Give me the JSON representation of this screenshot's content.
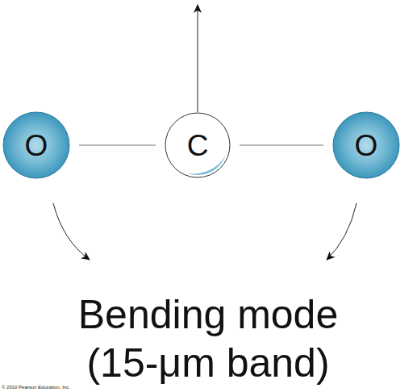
{
  "diagram": {
    "nodes": [
      {
        "text": [
          "O"
        ]
      },
      {
        "text": [
          "C"
        ]
      },
      {
        "text": [
          "O"
        ]
      }
    ],
    "edges": [
      {
        "from": 0,
        "to": 1,
        "arrow": "none"
      },
      {
        "from": 1,
        "to": 2,
        "arrow": "none"
      }
    ],
    "labels": [
      "Bending mode (15-μm band)",
      "© 2010 Pearson Education, Inc."
    ]
  }
}
